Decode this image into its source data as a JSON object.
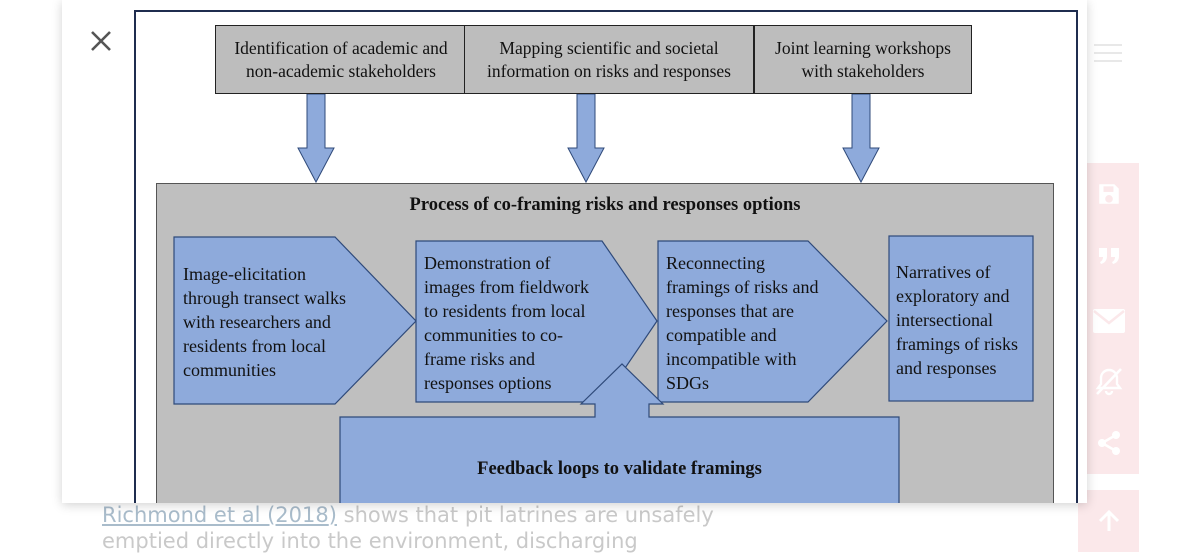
{
  "background_text": {
    "line1_link": "Richmond et al (2018",
    "line1_paren": ")",
    "line1_rest": " shows that pit latrines are unsafely",
    "line2": "emptied directly into the environment, discharging"
  },
  "figure": {
    "stakeholders": [
      {
        "line1": "Identification of academic and",
        "line2": "non-academic stakeholders"
      },
      {
        "line1": "Mapping scientific and societal",
        "line2": "information on risks and responses"
      },
      {
        "line1": "Joint learning workshops",
        "line2": "with stakeholders"
      }
    ],
    "panel_title": "Process of co-framing risks and responses options",
    "steps": [
      {
        "lines": [
          "Image-elicitation",
          "through transect walks",
          "with researchers and",
          "residents from local",
          "communities"
        ]
      },
      {
        "lines": [
          "Demonstration of",
          "images from fieldwork",
          "to residents from local",
          "communities to co-",
          "frame risks and",
          "responses options"
        ]
      },
      {
        "lines": [
          "Reconnecting",
          "framings of risks and",
          "responses that are",
          "compatible and",
          "incompatible with",
          "SDGs"
        ]
      },
      {
        "lines": [
          "Narratives of",
          "exploratory and",
          "intersectional",
          "framings of risks",
          "and responses"
        ]
      }
    ],
    "feedback_label": "Feedback loops to validate framings"
  },
  "icons": {
    "close": "close-icon",
    "menu": "menu-icon",
    "save": "save-icon",
    "quote": "quote-icon",
    "email": "email-icon",
    "notifications_off": "bell-off-icon",
    "share": "share-icon",
    "back_to_top": "arrow-up-icon"
  },
  "colors": {
    "box_blue": "#8eaadb",
    "box_gray": "#bdbdbd",
    "panel_gray": "#bfbfbf",
    "sidebar_pink": "#fbe8ea",
    "icon_pink": "#ffffff"
  }
}
